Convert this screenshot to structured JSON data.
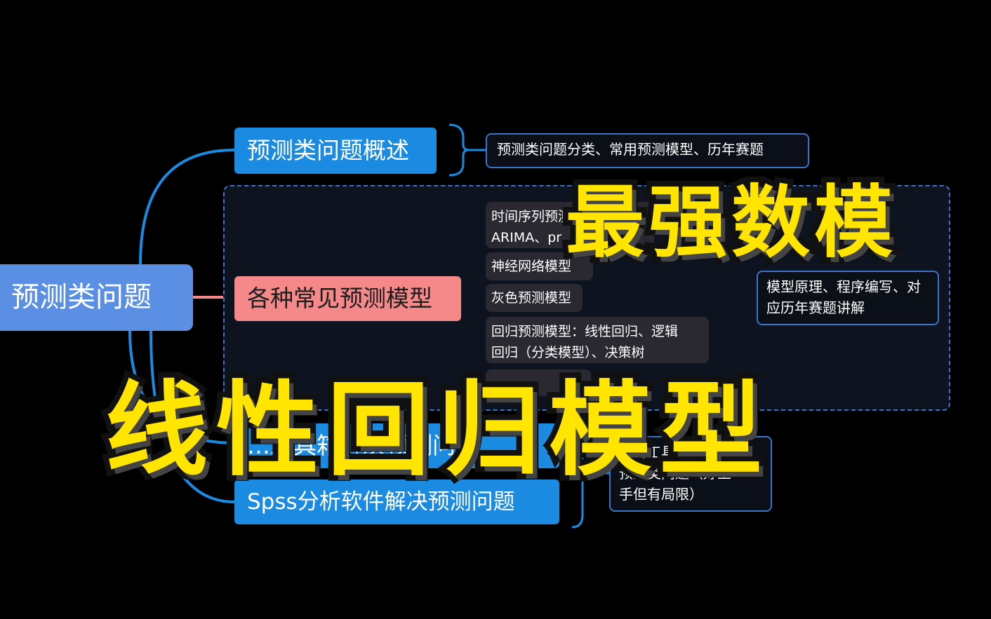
{
  "root": {
    "label": "预测类问题"
  },
  "topics": [
    {
      "label": "预测类问题概述",
      "note": "预测类问题分类、常用预测模型、历年赛题"
    },
    {
      "label": "各种常见预测模型",
      "subtopics": [
        {
          "line1": "时间序列预测",
          "line2": "ARIMA、pr…M"
        },
        {
          "line1": "神经网络模型"
        },
        {
          "line1": "灰色预测模型"
        },
        {
          "line1": "回归预测模型：线性回归、逻辑",
          "line2": "回归（分类模型）、决策树"
        },
        {
          "line1": "…"
        }
      ],
      "note": "模型原理、程序编写、对应历年赛题讲解"
    },
    {
      "label": "…工具箱解决预测问题"
    },
    {
      "label": "Spss分析软件解决预测问题",
      "note_lines": [
        "使用工具快速解决",
        "预测类问题（好上",
        "手但有局限）"
      ]
    }
  ],
  "overlay": {
    "top_text": "最强数模",
    "main_text": "线性回归模型"
  },
  "colors": {
    "background": "#000000",
    "root": "#5b8fe3",
    "topic": "#1a8be0",
    "topic_highlight": "#f58888",
    "connector": "#1a8be0",
    "dashed_border": "#3e74c8",
    "overlay_text": "#ffe500",
    "overlay_stroke": "#111111"
  }
}
